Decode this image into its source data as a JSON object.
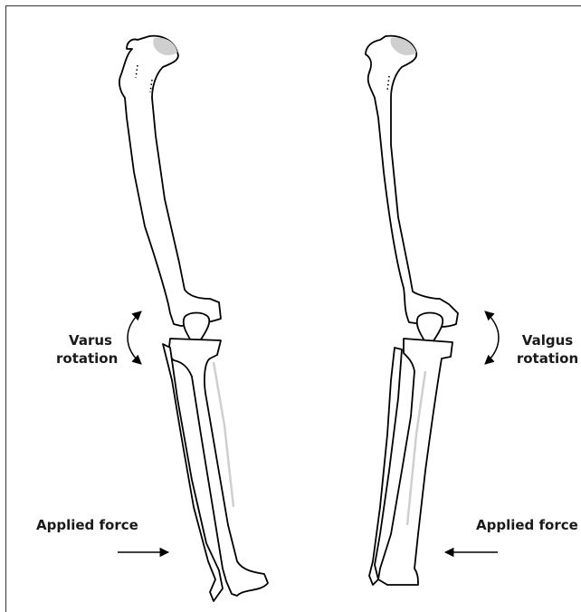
{
  "labels": {
    "left_rotation_line1": "Varus",
    "left_rotation_line2": "rotation",
    "right_rotation_line1": "Valgus",
    "right_rotation_line2": "rotation",
    "left_force": "Applied force",
    "right_force": "Applied force"
  }
}
